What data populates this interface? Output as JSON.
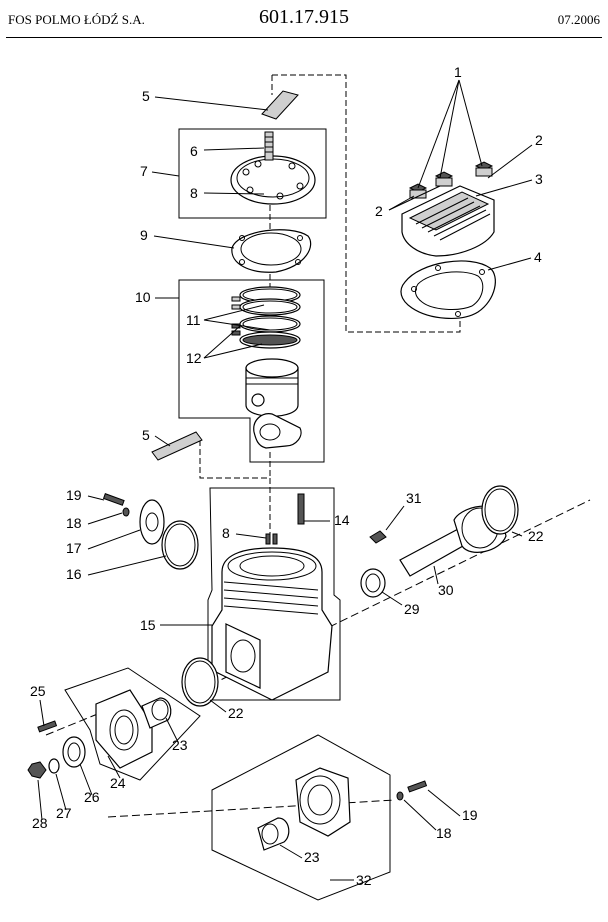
{
  "header": {
    "company": "FOS POLMO ŁÓDŹ S.A.",
    "part_number": "601.17.915",
    "date": "07.2006"
  },
  "callouts": [
    "1",
    "2",
    "2",
    "3",
    "4",
    "5",
    "6",
    "7",
    "8",
    "9",
    "10",
    "11",
    "12",
    "5",
    "19",
    "18",
    "17",
    "16",
    "8",
    "14",
    "31",
    "22",
    "30",
    "29",
    "15",
    "25",
    "22",
    "23",
    "24",
    "26",
    "27",
    "28",
    "32",
    "19",
    "18",
    "23"
  ],
  "icons": {
    "cylinder-head": "finned cylinder head casting",
    "piston": "piston with rings and conrod",
    "crankcase": "finned cylinder block",
    "crankshaft": "crankshaft",
    "bearing-housing": "square bearing flange"
  }
}
